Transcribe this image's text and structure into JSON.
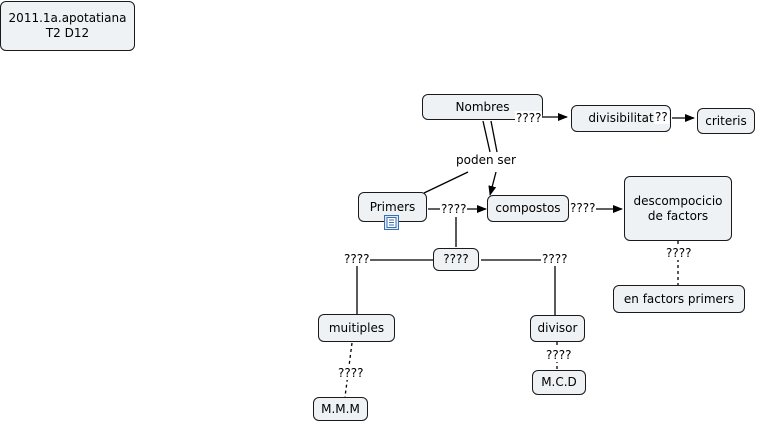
{
  "title_box": "2011.1a.apotatiana\nT2 D12",
  "nodes": {
    "nombres": "Nombres",
    "divisibilitat": "divisibilitat",
    "criteris": "criteris",
    "primers": "Primers",
    "compostos": "compostos",
    "descompocicio": "descompocicio\nde factors",
    "center": "????",
    "en_factors": "en factors primers",
    "muitiples": "muitiples",
    "divisor": "divisor",
    "mmm": "M.M.M",
    "mcd": "M.C.D"
  },
  "links": {
    "nombres_divisibilitat": "????",
    "divisibilitat_criteris": "??",
    "poden_ser": "poden ser",
    "primers_compostos": "????",
    "compostos_descompocicio": "????",
    "descompocicio_en_factors": "????",
    "center_left": "????",
    "center_right": "????",
    "muitiples_mmm": "????",
    "divisor_mcd": "????"
  },
  "icons": {
    "attachment": "document-icon"
  }
}
